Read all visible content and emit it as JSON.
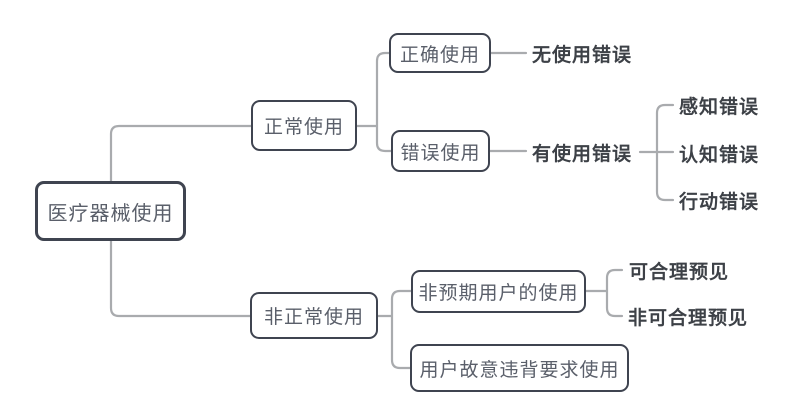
{
  "diagram": {
    "kind": "mind-map-tree",
    "colors": {
      "background": "#ffffff",
      "box_border": "#3f4450",
      "box_fill": "#ffffff",
      "box_text": "#5a5f6a",
      "leaf_label_text": "#3d4147",
      "connector_line": "#a9abae"
    },
    "tree": {
      "label": "医疗器械使用",
      "children": [
        {
          "label": "正常使用",
          "children": [
            {
              "label": "正确使用",
              "children": [
                {
                  "label": "无使用错误",
                  "children": []
                }
              ]
            },
            {
              "label": "错误使用",
              "children": [
                {
                  "label": "有使用错误",
                  "children": [
                    {
                      "label": "感知错误",
                      "children": []
                    },
                    {
                      "label": "认知错误",
                      "children": []
                    },
                    {
                      "label": "行动错误",
                      "children": []
                    }
                  ]
                }
              ]
            }
          ]
        },
        {
          "label": "非正常使用",
          "children": [
            {
              "label": "非预期用户的使用",
              "children": [
                {
                  "label": "可合理预见",
                  "children": []
                },
                {
                  "label": "非可合理预见",
                  "children": []
                }
              ]
            },
            {
              "label": "用户故意违背要求使用",
              "children": []
            }
          ]
        }
      ]
    }
  }
}
